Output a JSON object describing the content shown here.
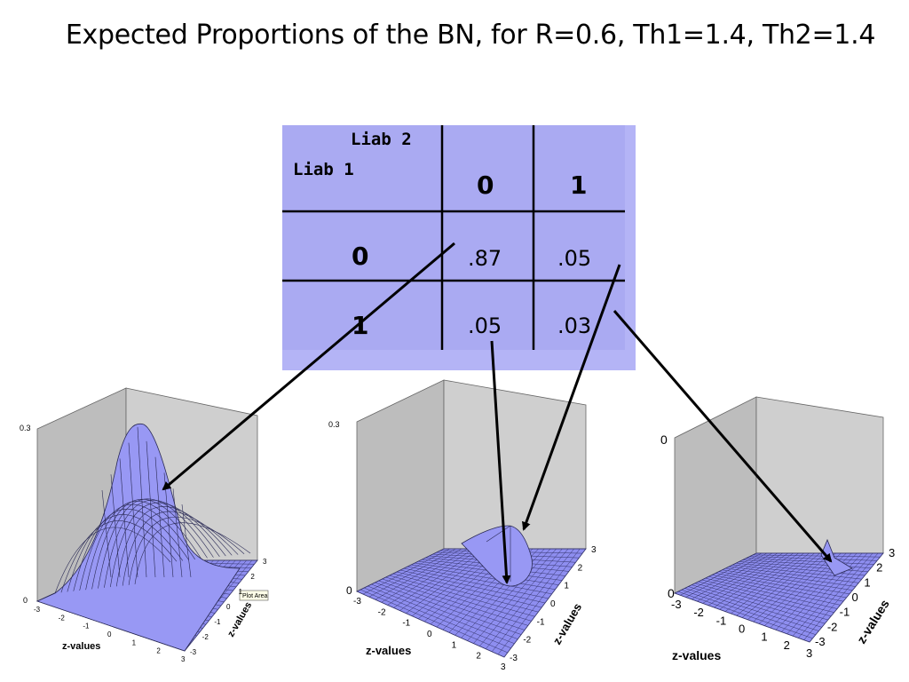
{
  "title": "Expected Proportions of the BN, for R=0.6, Th1=1.4, Th2=1.4",
  "table": {
    "col_header": "Liab 2",
    "row_header": "Liab 1",
    "col_labels": [
      "0",
      "1"
    ],
    "row_labels": [
      "0",
      "1"
    ],
    "cells": [
      [
        ".87",
        ".05"
      ],
      [
        ".05",
        ".03"
      ]
    ]
  },
  "plots": [
    {
      "z_top_label": "0.3",
      "z_bottom_label": "0",
      "x_axis_label": "z-values",
      "y_axis_label": "z-values",
      "x_ticks": [
        "-3",
        "-2",
        "-1",
        "0",
        "1",
        "2",
        "3"
      ],
      "y_ticks": [
        "3",
        "2",
        "1",
        "0",
        "-1",
        "-2",
        "-3"
      ],
      "tooltip": "Plot Area"
    },
    {
      "z_top_label": "0.3",
      "z_bottom_label": "0",
      "x_axis_label": "z-values",
      "y_axis_label": "z-values",
      "x_ticks": [
        "-3",
        "-2",
        "-1",
        "0",
        "1",
        "2",
        "3"
      ],
      "y_ticks": [
        "3",
        "2",
        "1",
        "0",
        "-1",
        "-2",
        "-3"
      ]
    },
    {
      "z_top_label": "0",
      "z_bottom_label": "0",
      "x_axis_label": "z-values",
      "y_axis_label": "z-values",
      "x_ticks": [
        "-3",
        "-2",
        "-1",
        "0",
        "1",
        "2",
        "3"
      ],
      "y_ticks": [
        "3",
        "2",
        "1",
        "0",
        "-1",
        "-2",
        "-3"
      ]
    }
  ],
  "colors": {
    "table_fill": "#aaaaf2",
    "surface_fill": "#9a9af4",
    "surface_line": "#2a2a55",
    "wall_fill": "#c4c4c4",
    "arrow": "#000000"
  }
}
